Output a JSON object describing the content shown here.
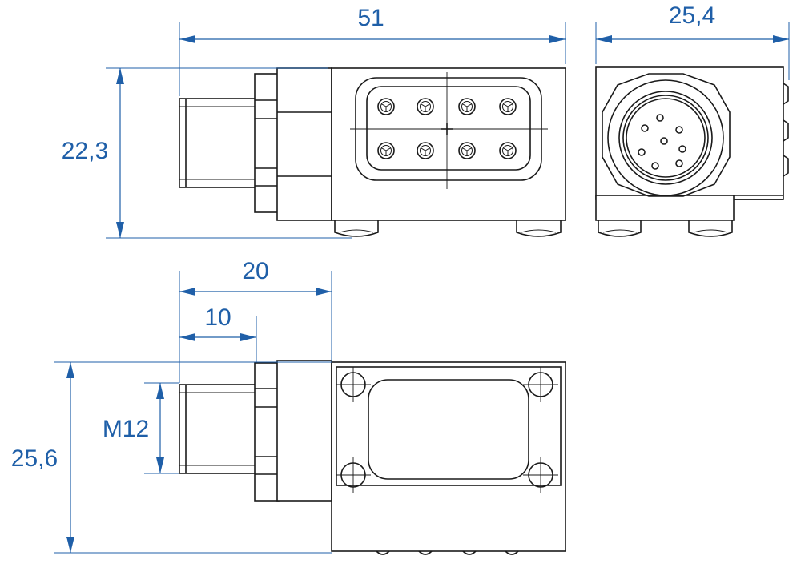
{
  "colors": {
    "dimension": "#1f5fa8",
    "outline": "#1a1a1a",
    "background": "#ffffff"
  },
  "dimensions": {
    "front_width": "51",
    "side_width": "25,4",
    "front_height": "22,3",
    "top_offset_20": "20",
    "top_offset_10": "10",
    "thread": "M12",
    "top_depth": "25,6"
  }
}
